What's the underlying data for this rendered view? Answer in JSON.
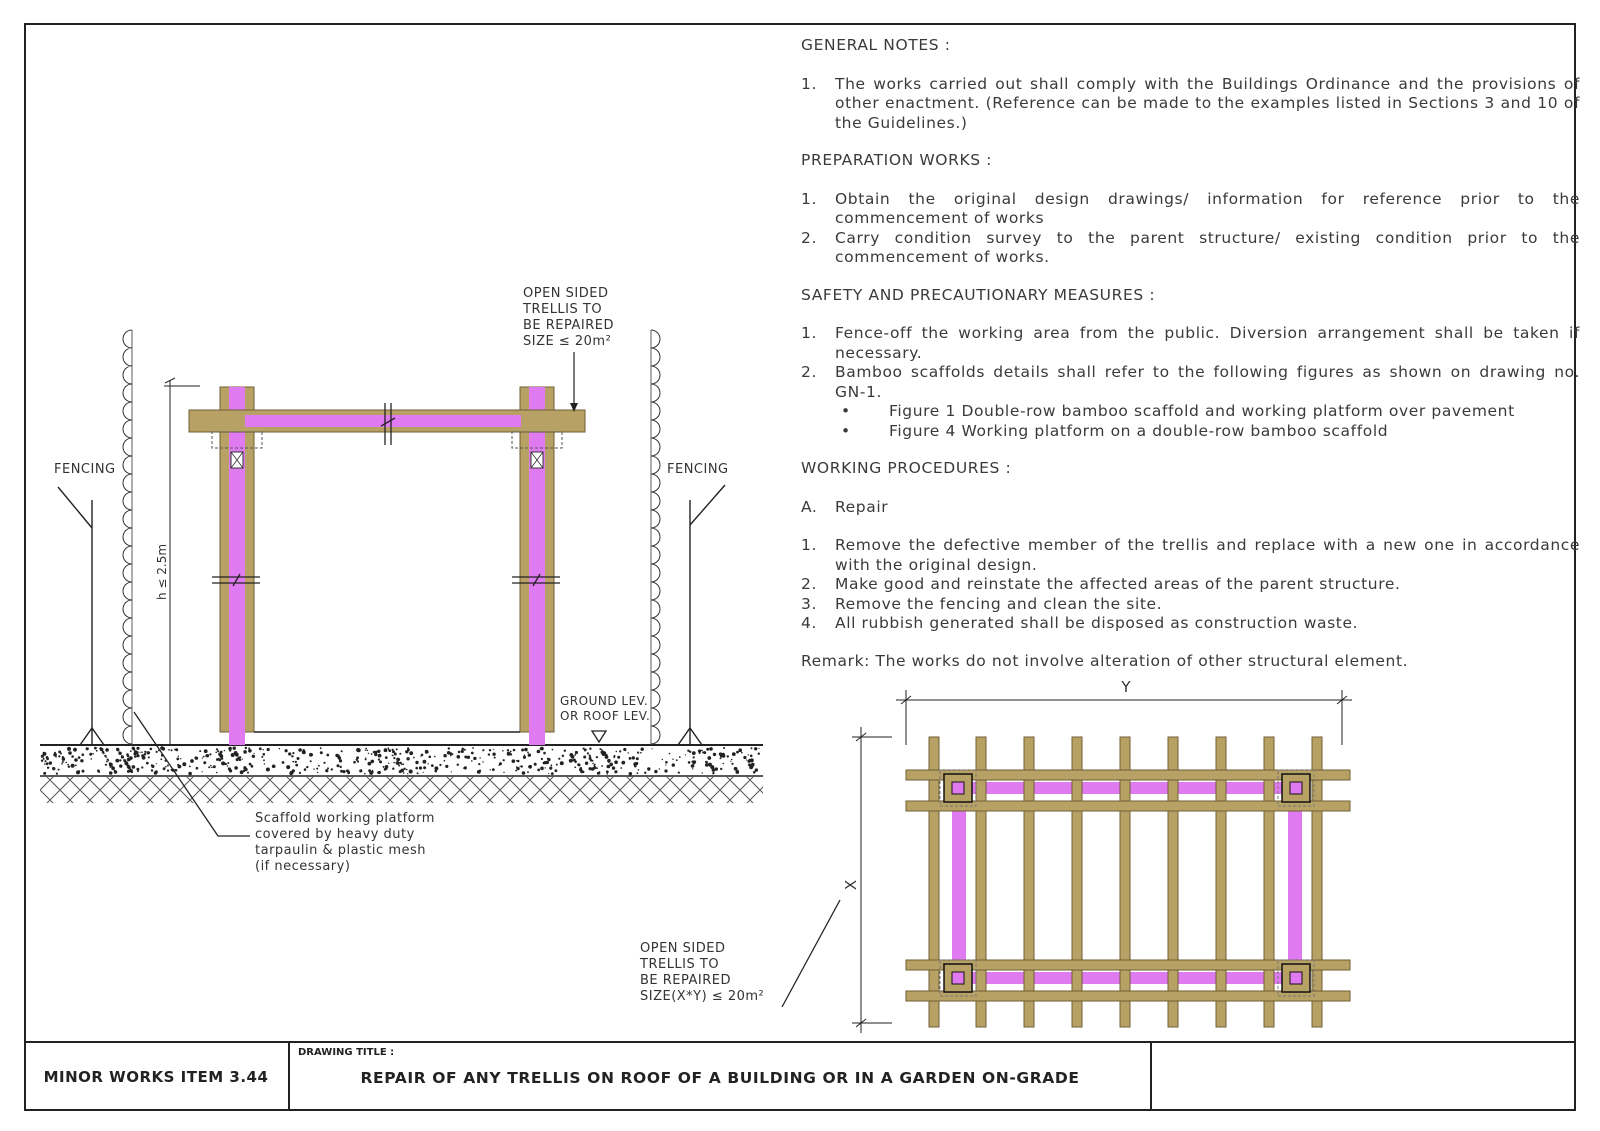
{
  "notes": {
    "general_heading": "GENERAL NOTES :",
    "general_items": [
      {
        "num": "1.",
        "text": "The works carried out shall comply with the Buildings Ordinance and the provisions of other enactment. (Reference can be made to the examples listed in Sections 3 and 10 of the Guidelines.)"
      }
    ],
    "prep_heading": "PREPARATION WORKS :",
    "prep_items": [
      {
        "num": "1.",
        "text": "Obtain the original design drawings/ information for reference prior to the commencement of works"
      },
      {
        "num": "2.",
        "text": "Carry condition survey to the parent structure/ existing condition prior to the commencement of works."
      }
    ],
    "safety_heading": "SAFETY AND PRECAUTIONARY MEASURES :",
    "safety_items": [
      {
        "num": "1.",
        "text": "Fence-off the working area from the public. Diversion arrangement shall be taken if necessary."
      },
      {
        "num": "2.",
        "text": "Bamboo scaffolds details shall refer to the following figures as shown on drawing no. GN-1."
      }
    ],
    "safety_bullets": [
      "Figure 1 Double-row bamboo scaffold and working platform over pavement",
      "Figure 4 Working platform on a double-row bamboo scaffold"
    ],
    "procedures_heading": "WORKING PROCEDURES :",
    "repair_num": "A.",
    "repair_label": "Repair",
    "procedure_items": [
      {
        "num": "1.",
        "text": "Remove the defective member of the trellis and replace with a new one in accordance with the original design."
      },
      {
        "num": "2.",
        "text": "Make good and reinstate the affected areas of the parent structure."
      },
      {
        "num": "3.",
        "text": "Remove the fencing and clean the site."
      },
      {
        "num": "4.",
        "text": "All rubbish generated shall be disposed as construction waste."
      }
    ],
    "remark": "Remark: The works do not involve alteration of other structural element."
  },
  "elevation": {
    "trellis_label": "OPEN SIDED\nTRELLIS TO\nBE REPAIRED\nSIZE ≤ 20m²",
    "fencing_left": "FENCING",
    "fencing_right": "FENCING",
    "height_label": "h ≤ 2.5m",
    "ground_label": "GROUND LEV.\nOR ROOF LEV.",
    "scaffold_label": "Scaffold working platform\ncovered by heavy duty\ntarpaulin & plastic mesh\n(if necessary)"
  },
  "plan": {
    "dim_x": "X",
    "dim_y": "Y",
    "trellis_label": "OPEN SIDED\nTRELLIS TO\nBE REPAIRED\nSIZE(X*Y) ≤ 20m²"
  },
  "colors": {
    "timber": "#b8a165",
    "timber_stroke": "#6e5e32",
    "member": "#e07af0"
  },
  "title_block": {
    "item": "MINOR WORKS ITEM 3.44",
    "drawing_title_label": "DRAWING TITLE :",
    "drawing_title": "REPAIR OF ANY TRELLIS ON ROOF OF A BUILDING OR IN A GARDEN ON-GRADE"
  }
}
